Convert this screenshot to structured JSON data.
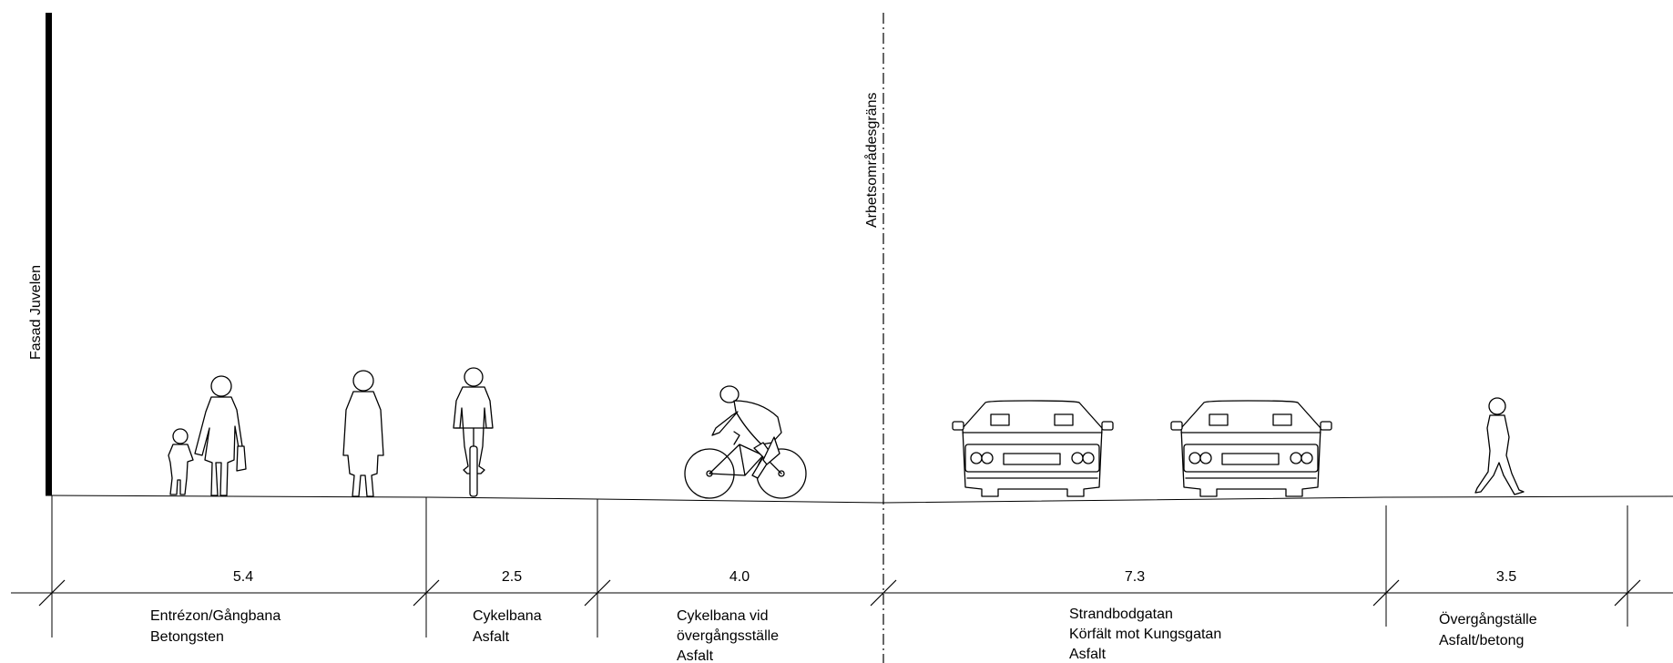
{
  "facade_label": "Fasad Juvelen",
  "boundary_label": "Arbetsområdesgräns",
  "sections": [
    {
      "width": "5.4",
      "lines": [
        "Entrézon/Gångbana",
        "Betongsten"
      ]
    },
    {
      "width": "2.5",
      "lines": [
        "Cykelbana",
        "Asfalt"
      ]
    },
    {
      "width": "4.0",
      "lines": [
        "Cykelbana vid",
        "övergångsställe",
        "Asfalt"
      ]
    },
    {
      "width": "7.3",
      "lines": [
        "Strandbodgatan",
        "Körfält mot Kungsgatan",
        "Asfalt"
      ]
    },
    {
      "width": "3.5",
      "lines": [
        "Övergångställe",
        "Asfalt/betong"
      ]
    }
  ],
  "figures": [
    "adult-with-child",
    "pedestrian",
    "cyclist-front",
    "racing-cyclist",
    "car",
    "car",
    "walking-person"
  ]
}
